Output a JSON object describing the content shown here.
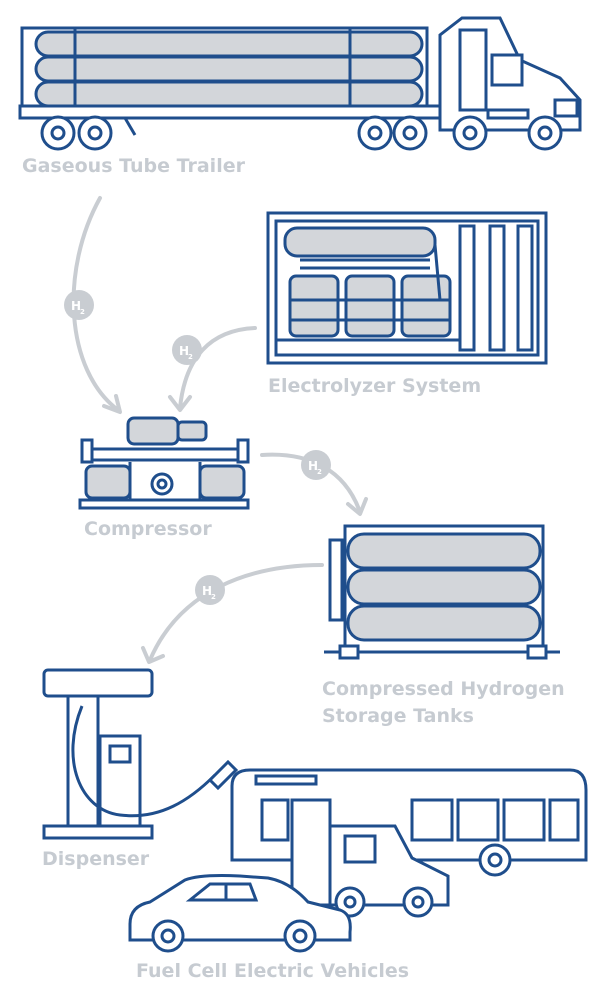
{
  "components": {
    "tube_trailer": {
      "label": "Gaseous Tube Trailer",
      "icon": "tube-trailer-truck-icon"
    },
    "electrolyzer": {
      "label": "Electrolyzer System",
      "icon": "electrolyzer-container-icon"
    },
    "compressor": {
      "label": "Compressor",
      "icon": "compressor-icon"
    },
    "storage": {
      "label_line1": "Compressed Hydrogen",
      "label_line2": "Storage Tanks",
      "icon": "storage-tanks-icon"
    },
    "dispenser": {
      "label": "Dispenser",
      "icon": "dispenser-pump-icon"
    },
    "vehicles": {
      "label": "Fuel Cell Electric Vehicles",
      "icon": "fuel-cell-vehicles-icon"
    }
  },
  "flow_marker": {
    "symbol": "H",
    "subscript": "2"
  },
  "colors": {
    "outline": "#1f4e8c",
    "label": "#c6cbd1",
    "flow": "#c9cdd2",
    "tank_fill": "#d3d6da"
  }
}
